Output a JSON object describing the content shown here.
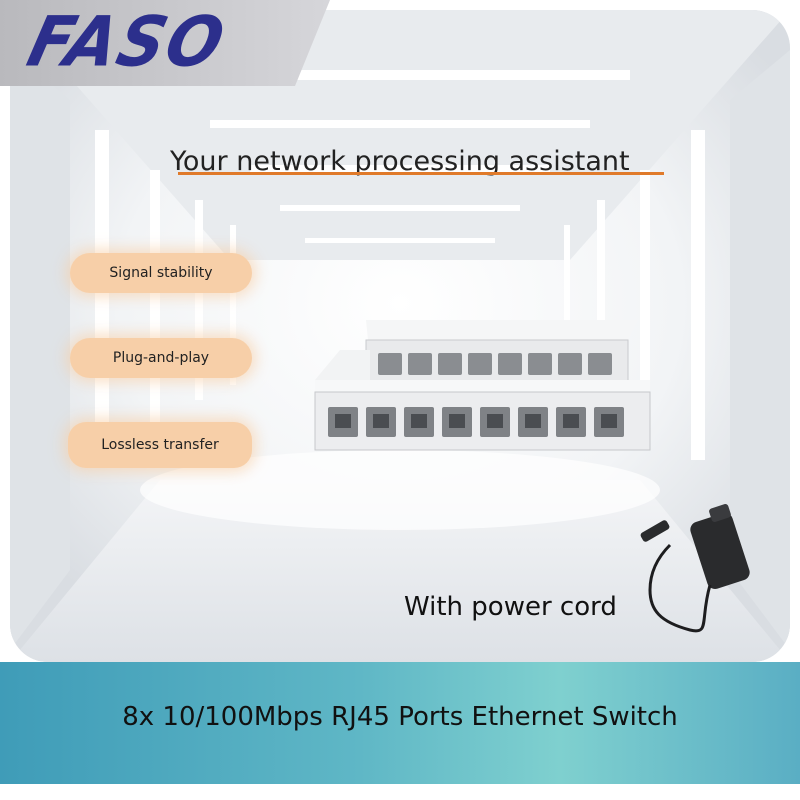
{
  "brand": {
    "logo_text": "FASO"
  },
  "hero": {
    "headline": "Your network processing assistant",
    "features": [
      "Signal stability",
      "Plug-and-play",
      "Lossless transfer"
    ],
    "accessory_label": "With power cord"
  },
  "footer": {
    "product_title": "8x 10/100Mbps RJ45 Ports Ethernet Switch"
  },
  "colors": {
    "logo_text": "#2c2f8c",
    "logo_banner": "#c8c8cc",
    "feature_pill": "#f7cfa8",
    "headline_underline": "#e07a2a",
    "footer_bar_start": "#3f9cb8",
    "footer_bar_end": "#7fd0cf"
  },
  "icons": {
    "switch_image": "ethernet-switch-icon",
    "adapter_image": "power-adapter-icon"
  }
}
